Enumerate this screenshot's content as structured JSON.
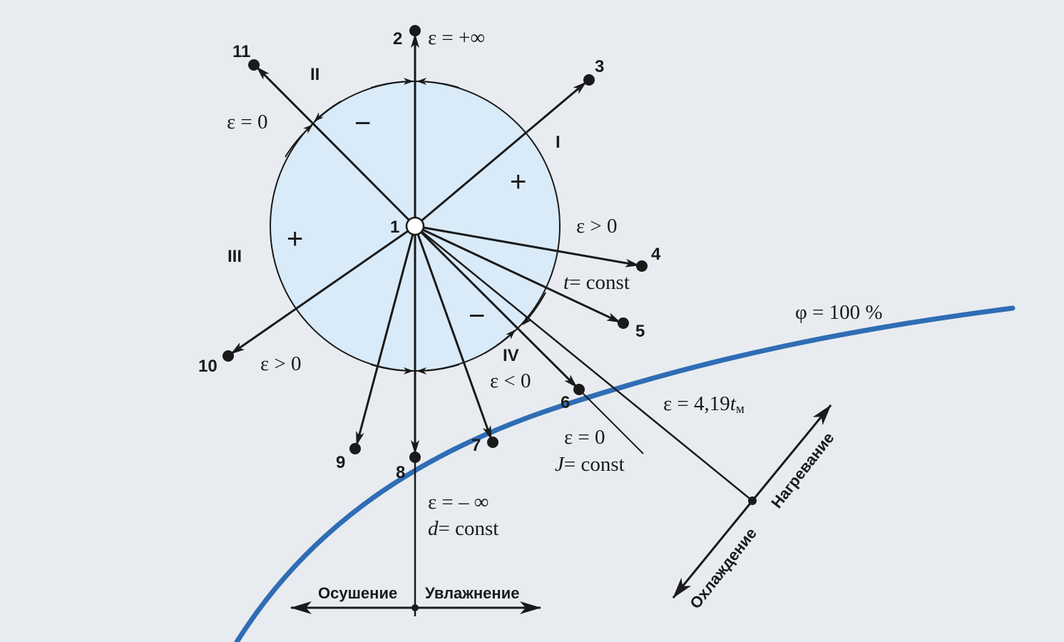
{
  "diagram": {
    "title": "Угловой коэффициент луча процесса (ε) на J–d диаграмме",
    "colors": {
      "background": "#e8ecf0",
      "circle_fill": "#d9eaf8",
      "line": "#1a1a1a",
      "saturation_curve": "#2f6db5"
    },
    "center_point": {
      "label": "1"
    },
    "points": [
      {
        "id": "2",
        "label": "2",
        "annotation": "ε = +∞"
      },
      {
        "id": "3",
        "label": "3"
      },
      {
        "id": "4",
        "label": "4"
      },
      {
        "id": "5",
        "label": "5"
      },
      {
        "id": "6",
        "label": "6"
      },
      {
        "id": "7",
        "label": "7"
      },
      {
        "id": "8",
        "label": "8"
      },
      {
        "id": "9",
        "label": "9"
      },
      {
        "id": "10",
        "label": "10"
      },
      {
        "id": "11",
        "label": "11"
      }
    ],
    "quadrants": [
      {
        "numeral": "I",
        "sign": "+"
      },
      {
        "numeral": "II",
        "sign": "−"
      },
      {
        "numeral": "III",
        "sign": "+"
      },
      {
        "numeral": "IV",
        "sign": "−"
      }
    ],
    "annotations": {
      "eps_plus_inf": "ε = +∞",
      "eps_zero_top": "ε = 0",
      "eps_gt0_right": "ε > 0",
      "t_const": "= const",
      "t_var": "t",
      "eps_gt0_left": "ε > 0",
      "eps_lt0": "ε < 0",
      "eps_zero_bottom": "ε = 0",
      "J_var": "J",
      "J_const": "= const",
      "eps_minus_inf": "ε = – ∞",
      "d_var": "d",
      "d_const": "= const",
      "eps_419_prefix": "ε = 4,19",
      "eps_419_var": "t",
      "eps_419_sub": "м",
      "phi": "φ = 100 %"
    },
    "axes": {
      "dry": "Осушение",
      "humid": "Увлажнение",
      "cool": "Охлаждение",
      "heat": "Нагревание"
    }
  }
}
